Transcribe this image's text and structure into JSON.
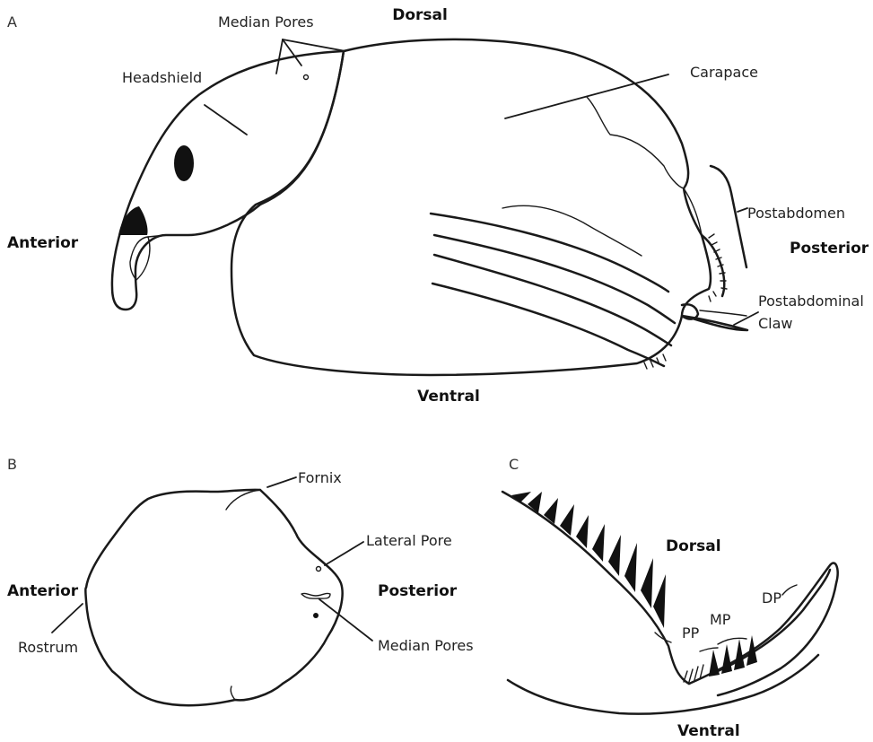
{
  "panels": {
    "A": {
      "letter": "A",
      "orientation": {
        "dorsal": "Dorsal",
        "ventral": "Ventral",
        "anterior": "Anterior",
        "posterior": "Posterior"
      },
      "labels": {
        "median_pores": "Median Pores",
        "headshield": "Headshield",
        "carapace": "Carapace",
        "postabdomen": "Postabdomen",
        "postabdominal_claw_line1": "Postabdominal",
        "postabdominal_claw_line2": "Claw"
      }
    },
    "B": {
      "letter": "B",
      "orientation": {
        "anterior": "Anterior",
        "posterior": "Posterior"
      },
      "labels": {
        "fornix": "Fornix",
        "lateral_pore": "Lateral Pore",
        "median_pores": "Median Pores",
        "rostrum": "Rostrum"
      }
    },
    "C": {
      "letter": "C",
      "orientation": {
        "dorsal": "Dorsal",
        "ventral": "Ventral"
      },
      "labels": {
        "dp": "DP",
        "mp": "MP",
        "pp": "PP"
      }
    }
  },
  "colors": {
    "ink": "#1a1a1a",
    "background": "#ffffff"
  }
}
